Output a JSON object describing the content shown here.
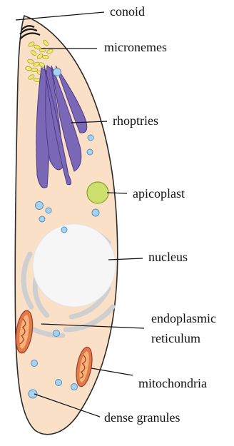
{
  "diagram": {
    "labels": {
      "conoid": "conoid",
      "micronemes": "micronemes",
      "rhoptries": "rhoptries",
      "apicoplast": "apicoplast",
      "nucleus": "nucleus",
      "er_line1": "endoplasmic",
      "er_line2": "reticulum",
      "mitochondria": "mitochondria",
      "dense_granules": "dense granules"
    },
    "colors": {
      "cytoplasm": "#fbe0c8",
      "outline": "#2a2a2a",
      "rhoptry": "#7a68b6",
      "rhoptry_edge": "#4b3a8a",
      "microneme": "#f2ea6a",
      "microneme_edge": "#a9a040",
      "apicoplast": "#cde06e",
      "apicoplast_edge": "#8aa12e",
      "granule": "#a9d2ee",
      "granule_edge": "#4f8fbf",
      "er": "#cfcfcf",
      "nucleus": "#f6f6f6",
      "mito_outer": "#e07a4a",
      "mito_edge": "#a33a22",
      "mito_inner": "#f7b27a"
    }
  }
}
